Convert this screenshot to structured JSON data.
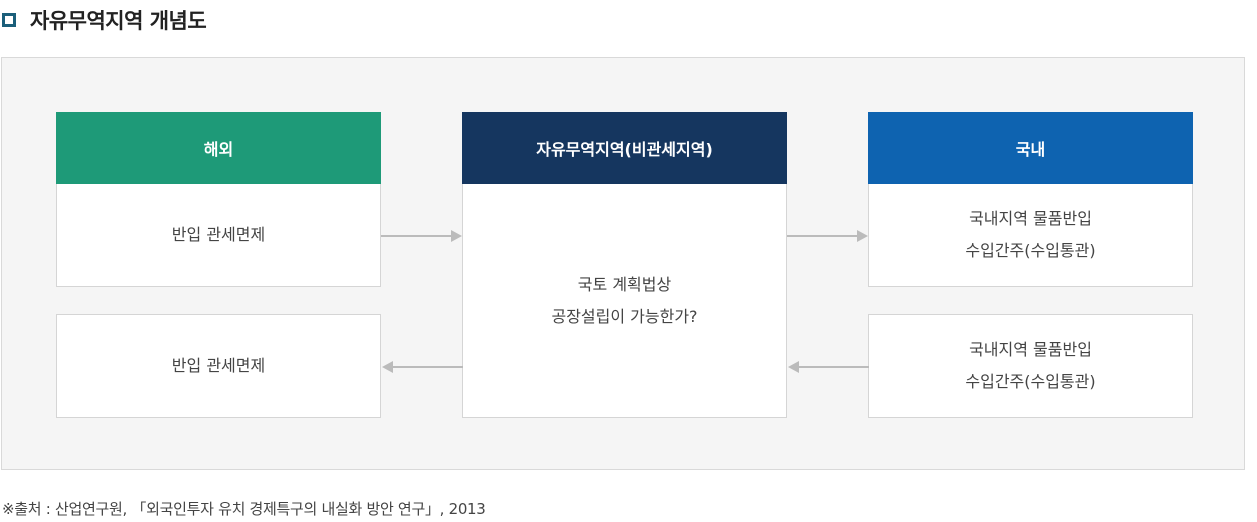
{
  "title": "자유무역지역 개념도",
  "boxes": {
    "overseas_top": {
      "header": "해외",
      "body": "반입 관세면제"
    },
    "overseas_bottom": {
      "body": "반입 관세면제"
    },
    "ftz": {
      "header": "자유무역지역(비관세지역)",
      "line1": "국토 계획법상",
      "line2": "공장설립이 가능한가?"
    },
    "domestic_top": {
      "header": "국내",
      "line1": "국내지역 물품반입",
      "line2": "수입간주(수입통관)"
    },
    "domestic_bottom": {
      "line1": "국내지역 물품반입",
      "line2": "수입간주(수입통관)"
    }
  },
  "source": "※출처 : 산업연구원, 「외국인투자 유치 경제특구의 내실화 방안 연구」, 2013",
  "colors": {
    "green": "#1e9a78",
    "navy": "#15365f",
    "blue": "#0e63b0",
    "arrow": "#bbbbbb"
  }
}
